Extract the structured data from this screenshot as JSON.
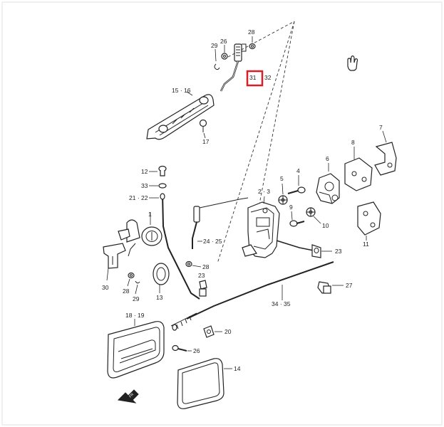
{
  "labels": {
    "l31": "31",
    "l32": "32",
    "l26a": "26",
    "l28a": "28",
    "l29a": "29",
    "l15_16": "15 · 16",
    "l17": "17",
    "l12": "12",
    "l33": "33",
    "l21_22": "21 · 22",
    "l1": "1",
    "l30": "30",
    "l28b": "28",
    "l29b": "29",
    "l13": "13",
    "l24_25": "24 · 25",
    "l28c": "28",
    "l23a": "23",
    "l2_3": "2 · 3",
    "l5": "5",
    "l4": "4",
    "l6": "6",
    "l8": "8",
    "l7": "7",
    "l9": "9",
    "l10": "10",
    "l11": "11",
    "l23b": "23",
    "l27": "27",
    "l34_35": "34 · 35",
    "l18_19": "18 · 19",
    "l20": "20",
    "l26b": "26",
    "l14": "14"
  },
  "highlight_color": "#d61f26"
}
